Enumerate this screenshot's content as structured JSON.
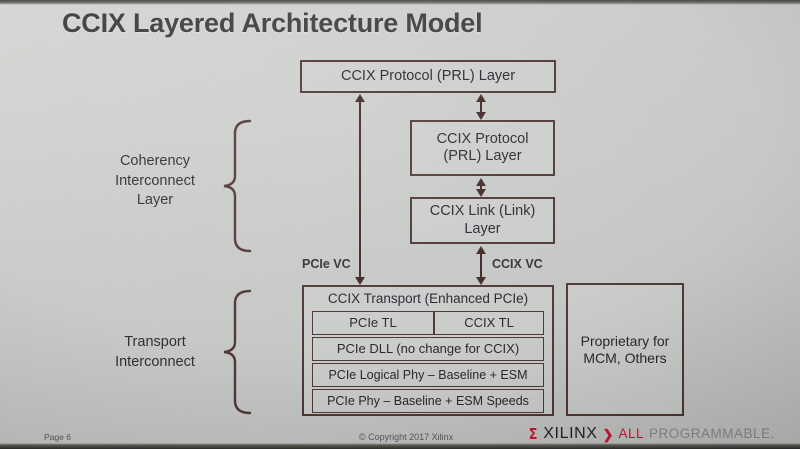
{
  "slide": {
    "title": "CCIX Layered Architecture Model",
    "background_color": "#c9cbc9",
    "box_border_color": "#4a3230",
    "text_color": "#23212a"
  },
  "diagram": {
    "boxes": [
      {
        "id": "prl-top",
        "label": "CCIX Protocol (PRL) Layer"
      },
      {
        "id": "prl-mid",
        "label": "CCIX Protocol\n(PRL) Layer"
      },
      {
        "id": "link",
        "label": "CCIX Link (Link)\nLayer"
      },
      {
        "id": "transport",
        "label": "CCIX Transport (Enhanced PCIe)"
      },
      {
        "id": "proprietary",
        "label": "Proprietary for\nMCM, Others"
      }
    ],
    "transport_stack": [
      {
        "id": "pcie-tl",
        "label": "PCIe TL"
      },
      {
        "id": "ccix-tl",
        "label": "CCIX TL"
      },
      {
        "id": "dll",
        "label": "PCIe DLL (no change for CCIX)"
      },
      {
        "id": "logphy",
        "label": "PCIe Logical Phy – Baseline + ESM"
      },
      {
        "id": "phy",
        "label": "PCIe Phy – Baseline + ESM Speeds"
      }
    ],
    "vc_labels": {
      "pcie": "PCIe VC",
      "ccix": "CCIX  VC"
    },
    "groups": [
      {
        "id": "coherency",
        "label": "Coherency\nInterconnect\nLayer"
      },
      {
        "id": "transport",
        "label": "Transport\nInterconnect"
      }
    ],
    "icons": {
      "arrow_up": "arrow-up-icon",
      "arrow_down": "arrow-down-icon",
      "brace": "curly-brace-icon"
    }
  },
  "footer": {
    "page": "Page 6",
    "copyright": "© Copyright 2017 Xilinx",
    "logo": {
      "sigma": "Σ",
      "word": "XILINX",
      "chevron": "❯",
      "tag_accent": "ALL",
      "tag_rest": "PROGRAMMABLE.",
      "accent_color": "#c6152b",
      "muted_color": "#86848a"
    }
  }
}
